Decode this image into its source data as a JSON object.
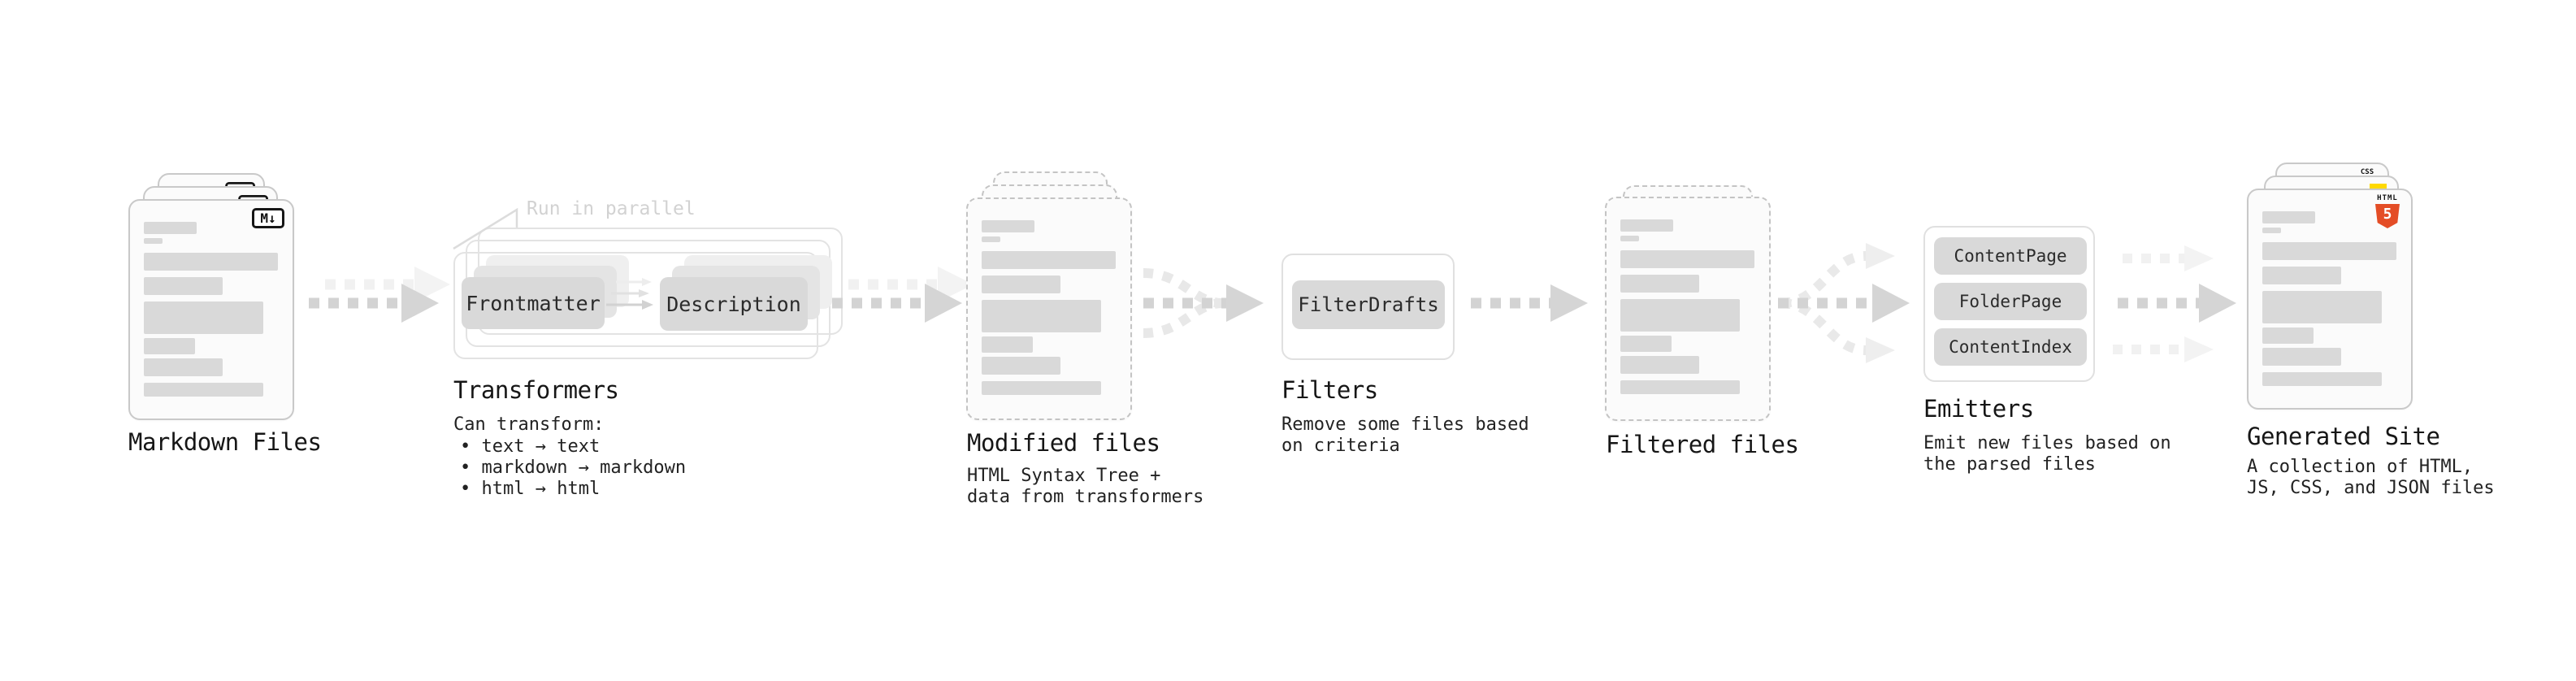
{
  "stages": {
    "markdown": {
      "label": "Markdown Files",
      "badge": "M↓"
    },
    "transformers": {
      "label": "Transformers",
      "annotation": "Run in parallel",
      "pill_left": "Frontmatter",
      "pill_right": "Description",
      "caption_title": "Can transform:",
      "bullets": [
        "• text → text",
        "• markdown → markdown",
        "• html → html"
      ]
    },
    "modified": {
      "label": "Modified files",
      "caption": [
        "HTML Syntax Tree +",
        "data from transformers"
      ]
    },
    "filters": {
      "label": "Filters",
      "pill": "FilterDrafts",
      "caption": [
        "Remove some files based",
        "on criteria"
      ]
    },
    "filtered": {
      "label": "Filtered files"
    },
    "emitters": {
      "label": "Emitters",
      "pills": [
        "ContentPage",
        "FolderPage",
        "ContentIndex"
      ],
      "caption": [
        "Emit new files based on",
        "the parsed files"
      ]
    },
    "generated": {
      "label": "Generated Site",
      "caption": [
        "A collection of HTML,",
        "JS, CSS, and JSON files"
      ],
      "badge_css": "CSS",
      "badge_html_label": "HTML",
      "badge_html_number": "5"
    }
  },
  "colors": {
    "html5_orange": "#e44d26",
    "js_yellow": "#ffd900",
    "css_blue": "#2f6ce0",
    "pill_gray": "#d9d9d9",
    "doc_border": "#c9c9c9",
    "text": "#1a1a1a",
    "muted_annotation": "#d2d2d2",
    "arrow_gray": "#d3d3d3"
  }
}
